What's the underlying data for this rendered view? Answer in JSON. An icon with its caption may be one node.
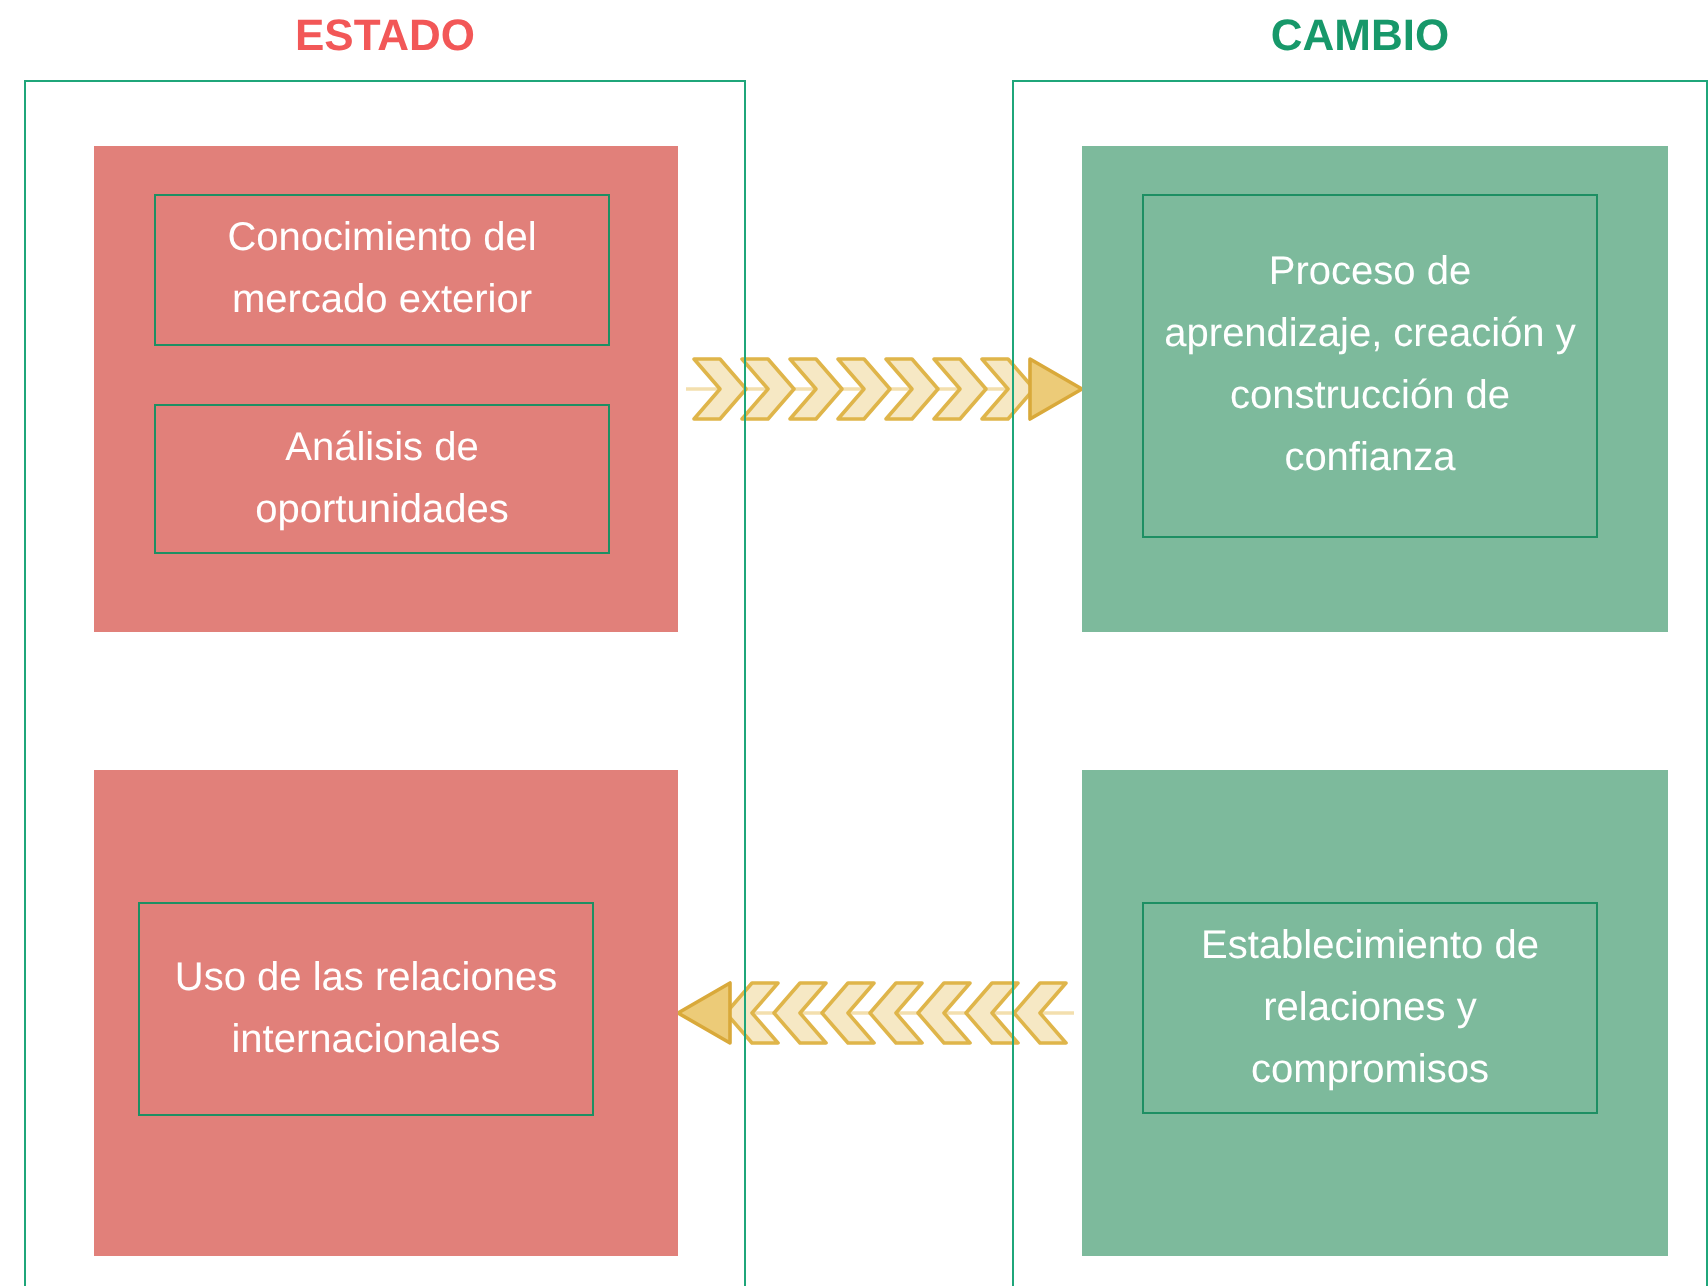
{
  "diagram": {
    "nodes": [
      {
        "text": [
          "ESTADO"
        ]
      },
      {
        "text": [],
        "shape": "box",
        "in": 0
      },
      {
        "text": [
          "Conocimiento del mercado exterior"
        ],
        "in": 1
      },
      {
        "text": [
          "Análisis de oportunidades"
        ],
        "in": 1
      },
      {
        "text": [],
        "shape": "box",
        "in": 0
      },
      {
        "text": [
          "Uso de las relaciones internacionales"
        ],
        "in": 4
      },
      {
        "text": [
          "CAMBIO"
        ]
      },
      {
        "text": [],
        "shape": "box",
        "in": 6
      },
      {
        "text": [
          "Proceso de aprendizaje, creación y construcción de confianza"
        ],
        "in": 7
      },
      {
        "text": [],
        "shape": "box",
        "in": 6
      },
      {
        "text": [
          "Establecimiento de relaciones y compromisos"
        ],
        "in": 9
      }
    ],
    "edges": [
      {
        "from": 1,
        "to": 7,
        "arrow": "to"
      },
      {
        "from": 9,
        "to": 4,
        "arrow": "to"
      }
    ]
  }
}
